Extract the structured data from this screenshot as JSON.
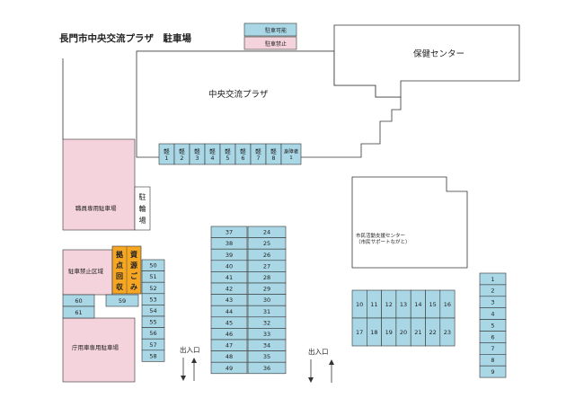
{
  "title": "長門市中央交流プラザ　駐車場",
  "legend": {
    "available_label": "駐車可能",
    "prohibited_label": "駐車禁止",
    "available_color": "#aad7e6",
    "prohibited_color": "#f4d3dc"
  },
  "colors": {
    "stroke": "#333333",
    "recycle": "#f5a623"
  },
  "buildings": {
    "plaza": "中央交流プラザ",
    "health_center": "保健センター",
    "civic_center_line1": "市民活動支援センター",
    "civic_center_line2": "（市民サポートながと）"
  },
  "zones": {
    "staff_parking": "職員専用駐車場",
    "bicycle": [
      "駐",
      "輪",
      "場"
    ],
    "no_parking_area": "駐車禁止区域",
    "official_vehicle": "庁用車専用駐車場",
    "recycle_left": [
      "拠",
      "点",
      "回",
      "収"
    ],
    "recycle_right": [
      "資",
      "源",
      "ご",
      "み"
    ]
  },
  "entrances": [
    "出入口",
    "出入口"
  ],
  "spaces": {
    "kei": [
      [
        "軽",
        "1"
      ],
      [
        "軽",
        "2"
      ],
      [
        "軽",
        "3"
      ],
      [
        "軽",
        "4"
      ],
      [
        "軽",
        "5"
      ],
      [
        "軽",
        "6"
      ],
      [
        "軽",
        "7"
      ],
      [
        "軽",
        "8"
      ],
      [
        "身障者",
        "1"
      ]
    ],
    "center_left": [
      "37",
      "38",
      "39",
      "40",
      "41",
      "42",
      "43",
      "44",
      "45",
      "46",
      "47",
      "48",
      "49"
    ],
    "center_right": [
      "24",
      "25",
      "26",
      "27",
      "28",
      "29",
      "30",
      "31",
      "32",
      "33",
      "34",
      "35",
      "36"
    ],
    "west_column": [
      "50",
      "51",
      "52",
      "53",
      "54",
      "55",
      "56",
      "57",
      "58"
    ],
    "west_small": [
      "60",
      "61",
      "59"
    ],
    "east_top": [
      "10",
      "11",
      "12",
      "13",
      "14",
      "15",
      "16"
    ],
    "east_bottom": [
      "17",
      "18",
      "19",
      "20",
      "21",
      "22",
      "23"
    ],
    "far_right": [
      "1",
      "2",
      "3",
      "4",
      "5",
      "6",
      "7",
      "8",
      "9"
    ]
  }
}
